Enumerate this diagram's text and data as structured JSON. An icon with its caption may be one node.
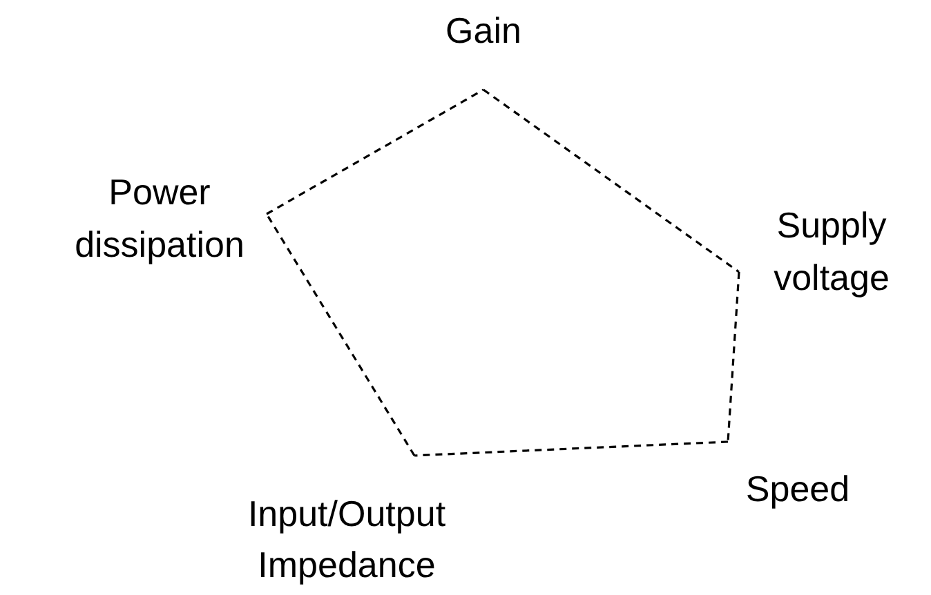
{
  "diagram": {
    "nodes": [
      {
        "text": [
          "Gain"
        ]
      },
      {
        "text": [
          "Supply voltage"
        ]
      },
      {
        "text": [
          "Speed"
        ]
      },
      {
        "text": [
          "Input/Output Impedance"
        ]
      },
      {
        "text": [
          "Power dissipation"
        ]
      }
    ],
    "edges": [
      {
        "from": 0,
        "to": 1,
        "arrow": "none",
        "style": "dashed"
      },
      {
        "from": 1,
        "to": 2,
        "arrow": "none",
        "style": "dashed"
      },
      {
        "from": 2,
        "to": 3,
        "arrow": "none",
        "style": "dashed"
      },
      {
        "from": 3,
        "to": 4,
        "arrow": "none",
        "style": "dashed"
      },
      {
        "from": 4,
        "to": 0,
        "arrow": "none",
        "style": "dashed"
      }
    ]
  }
}
